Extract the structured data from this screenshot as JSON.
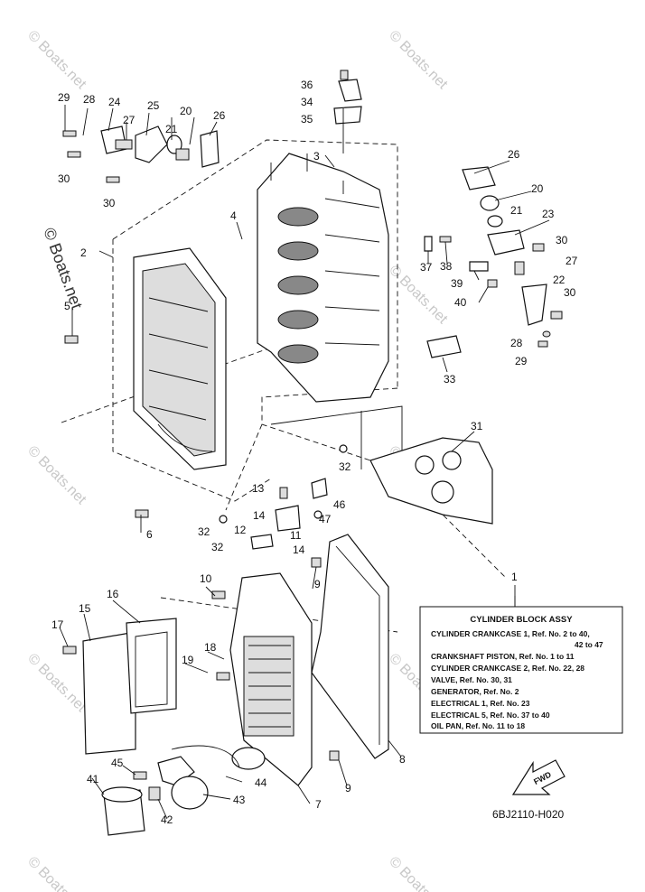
{
  "watermark": "© Boats.net",
  "diagram_code": "6BJ2110-H020",
  "fwd_label": "FWD",
  "legend": {
    "ref": "1",
    "title": "CYLINDER BLOCK ASSY",
    "lines": [
      "CYLINDER CRANKCASE 1,  Ref. No. 2 to 40,",
      "42 to 47",
      "CRANKSHAFT PISTON,  Ref. No. 1 to 11",
      "CYLINDER CRANKCASE 2,  Ref. No. 22, 28",
      "VALVE,  Ref. No. 30, 31",
      "GENERATOR,  Ref. No. 2",
      "ELECTRICAL 1,  Ref. No. 23",
      "ELECTRICAL 5,  Ref. No. 37 to 40",
      "OIL PAN,  Ref. No. 11 to 18"
    ]
  },
  "callouts": [
    "29",
    "28",
    "24",
    "25",
    "20",
    "21",
    "26",
    "27",
    "30",
    "30",
    "36",
    "34",
    "35",
    "3",
    "26",
    "20",
    "21",
    "23",
    "30",
    "27",
    "22",
    "30",
    "28",
    "29",
    "4",
    "2",
    "5",
    "37",
    "38",
    "39",
    "40",
    "33",
    "31",
    "32",
    "13",
    "46",
    "14",
    "47",
    "11",
    "12",
    "14",
    "32",
    "32",
    "6",
    "9",
    "10",
    "16",
    "15",
    "17",
    "18",
    "19",
    "8",
    "45",
    "44",
    "41",
    "43",
    "42",
    "7",
    "9"
  ]
}
